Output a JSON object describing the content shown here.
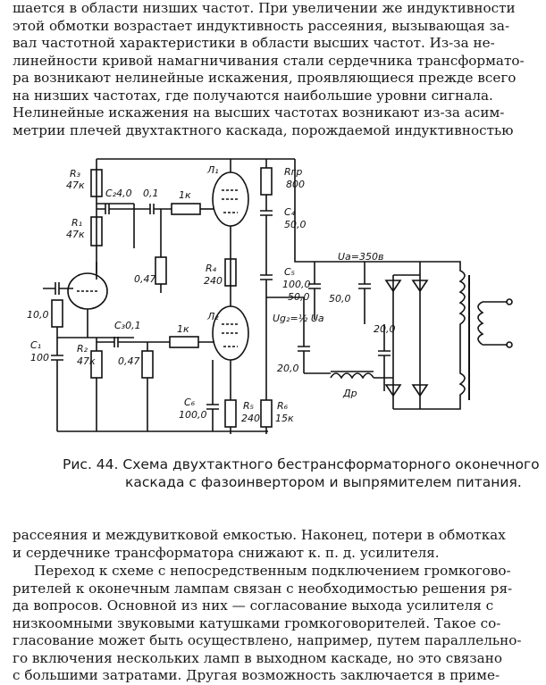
{
  "top_paragraph": [
    "шается в области низших частот. При увеличении же индуктивности",
    "этой обмотки возрастает индуктивность рассеяния, вызывающая за-",
    "вал частотной характеристики в области высших частот. Из-за не-",
    "линейности кривой намагничивания стали сердечника трансформато-",
    "ра возникают нелинейные искажения, проявляющиеся прежде всего",
    "на низших частотах, где получаются наибольшие уровни сигнала.",
    "Нелинейные искажения на высших частотах возникают из-за асим-",
    "метрии плечей двухтактного каскада, порождаемой индуктивностью"
  ],
  "schematic_labels": {
    "r3": "R₃",
    "r3_val": "47к",
    "r1": "R₁",
    "r1_val": "47к",
    "c2": "C₂4,0",
    "c_01_top": "0,1",
    "r_1k_top": "1к",
    "l1": "Л₁",
    "rgr": "Rгр",
    "rgr_val": "800",
    "c4": "C₄",
    "c4_val": "50,0",
    "r_047_mid": "0,47",
    "r4": "R₄",
    "r4_val": "240",
    "c5": "C₅",
    "c5_val1": "100,0",
    "c5_val2": "50,0",
    "ua": "Uа=350в",
    "c_500": "50,0",
    "r_10": "10,0",
    "c1": "C₁",
    "c1_val": "100",
    "r2": "R₂",
    "r2_val": "47к",
    "c3": "C₃0,1",
    "r_047_low": "0,47",
    "r_1k_low": "1к",
    "l2": "Л₂",
    "ug2": "Ug₂=½ Uа",
    "c_200_a": "20,0",
    "c_200_b": "20,0",
    "dr": "Др",
    "c6": "C₆",
    "c6_val": "100,0",
    "r5": "R₅",
    "r5_val": "240",
    "r6": "R₆",
    "r6_val": "15к"
  },
  "caption": {
    "line1": "Рис. 44. Схема двухтактного бестрансформаторного оконечного",
    "line2": "каскада с фазоинвертором и выпрямителем питания."
  },
  "bottom_paragraph_1": [
    "рассеяния и междувитковой емкостью. Наконец, потери в обмотках",
    "и сердечнике трансформатора снижают к. п. д. усилителя."
  ],
  "bottom_paragraph_2": [
    "Переход к схеме с непосредственным подключением громкогово-",
    "рителей к оконечным лампам связан с необходимостью решения ря-",
    "да вопросов. Основной из них — согласование выхода усилителя с",
    "низкоомными звуковыми катушками громкоговорителей. Такое со-",
    "гласование может быть осуществлено, например, путем параллельно-",
    "го включения нескольких ламп в выходном каскаде, но это связано",
    "с большими затратами. Другая возможность заключается в приме-"
  ]
}
